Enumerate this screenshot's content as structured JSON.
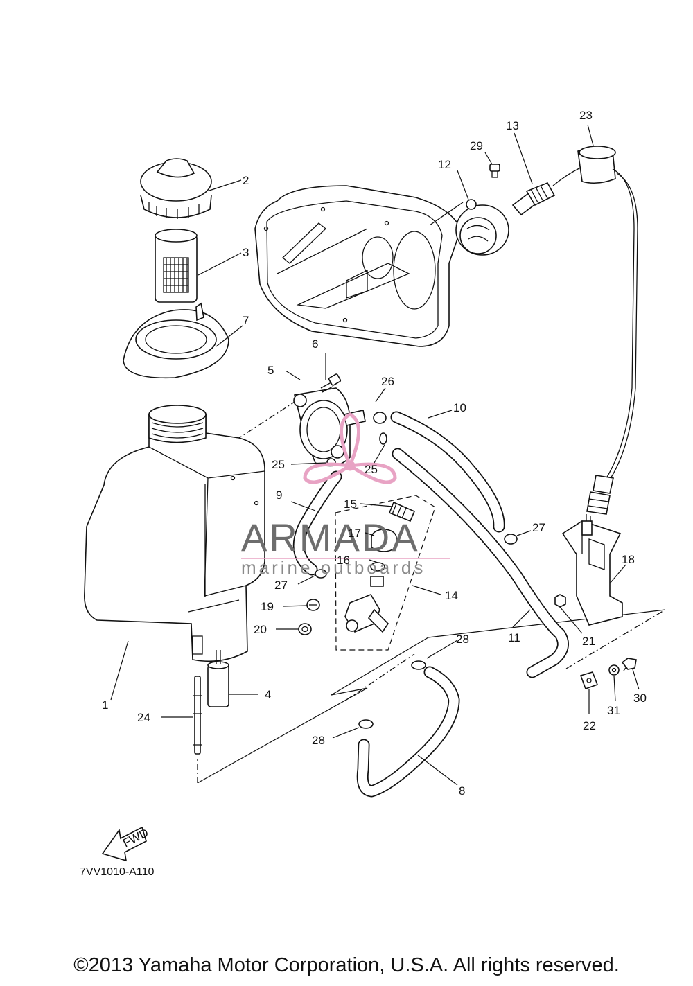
{
  "diagram": {
    "diagram_code": "7VV1010-A110",
    "fwd_arrow_label": "FWD",
    "copyright": "©2013 Yamaha Motor Corporation, U.S.A. All rights reserved."
  },
  "watermark": {
    "brand": "ARMADA",
    "tagline": "marine outboards",
    "logo_color": "#e8a3c4"
  },
  "callouts": [
    {
      "id": "c1",
      "label": "1"
    },
    {
      "id": "c2",
      "label": "2"
    },
    {
      "id": "c3",
      "label": "3"
    },
    {
      "id": "c4",
      "label": "4"
    },
    {
      "id": "c5",
      "label": "5"
    },
    {
      "id": "c6",
      "label": "6"
    },
    {
      "id": "c7",
      "label": "7"
    },
    {
      "id": "c8",
      "label": "8"
    },
    {
      "id": "c9",
      "label": "9"
    },
    {
      "id": "c10",
      "label": "10"
    },
    {
      "id": "c11",
      "label": "11"
    },
    {
      "id": "c12",
      "label": "12"
    },
    {
      "id": "c13",
      "label": "13"
    },
    {
      "id": "c14",
      "label": "14"
    },
    {
      "id": "c15",
      "label": "15"
    },
    {
      "id": "c16",
      "label": "16"
    },
    {
      "id": "c17",
      "label": "17"
    },
    {
      "id": "c18",
      "label": "18"
    },
    {
      "id": "c19",
      "label": "19"
    },
    {
      "id": "c20",
      "label": "20"
    },
    {
      "id": "c21",
      "label": "21"
    },
    {
      "id": "c22",
      "label": "22"
    },
    {
      "id": "c23",
      "label": "23"
    },
    {
      "id": "c24",
      "label": "24"
    },
    {
      "id": "c25a",
      "label": "25"
    },
    {
      "id": "c25b",
      "label": "25"
    },
    {
      "id": "c26",
      "label": "26"
    },
    {
      "id": "c27a",
      "label": "27"
    },
    {
      "id": "c27b",
      "label": "27"
    },
    {
      "id": "c28a",
      "label": "28"
    },
    {
      "id": "c28b",
      "label": "28"
    },
    {
      "id": "c29",
      "label": "29"
    },
    {
      "id": "c30",
      "label": "30"
    },
    {
      "id": "c31",
      "label": "31"
    }
  ]
}
